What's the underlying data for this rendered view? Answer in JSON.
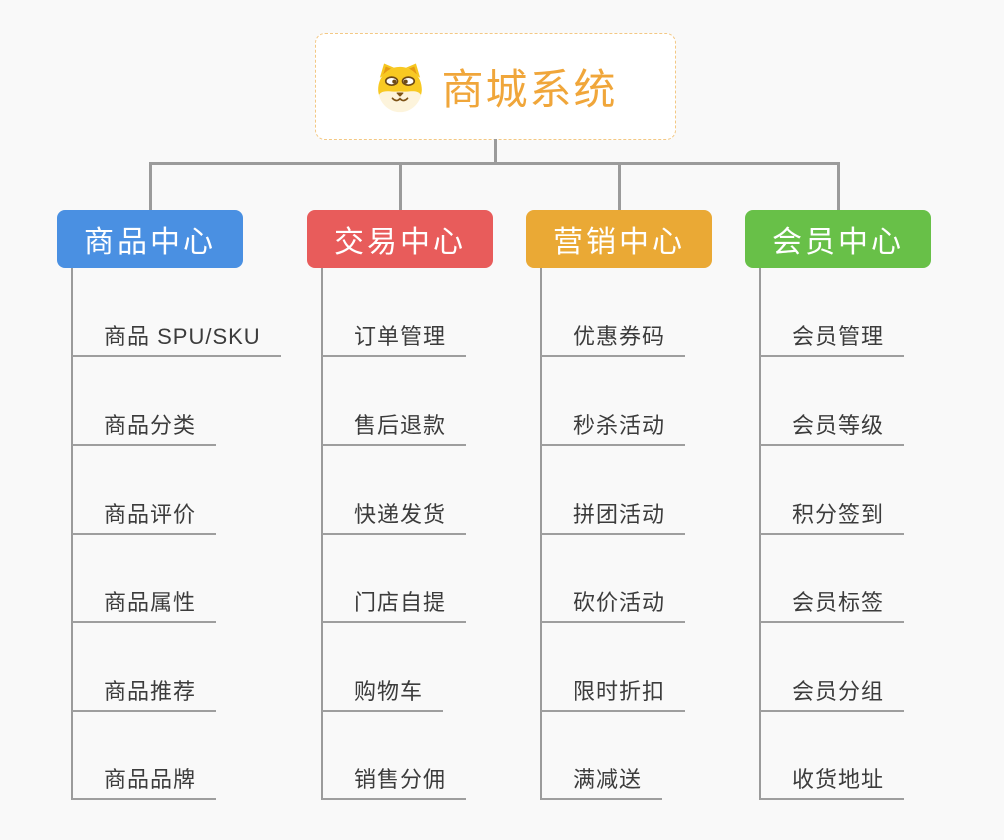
{
  "background_color": "#f9f9f9",
  "connector_color": "#9b9b9b",
  "root": {
    "title": "商城系统",
    "icon": "dog-face-icon",
    "text_color": "#f0a63a",
    "border_color": "#f3c884"
  },
  "branches": [
    {
      "label": "商品中心",
      "color": "#4a90e2",
      "items": [
        "商品 SPU/SKU",
        "商品分类",
        "商品评价",
        "商品属性",
        "商品推荐",
        "商品品牌"
      ]
    },
    {
      "label": "交易中心",
      "color": "#e85c5b",
      "items": [
        "订单管理",
        "售后退款",
        "快递发货",
        "门店自提",
        "购物车",
        "销售分佣"
      ]
    },
    {
      "label": "营销中心",
      "color": "#eaa935",
      "items": [
        "优惠券码",
        "秒杀活动",
        "拼团活动",
        "砍价活动",
        "限时折扣",
        "满减送"
      ]
    },
    {
      "label": "会员中心",
      "color": "#68c048",
      "items": [
        "会员管理",
        "会员等级",
        "积分签到",
        "会员标签",
        "会员分组",
        "收货地址"
      ]
    }
  ]
}
